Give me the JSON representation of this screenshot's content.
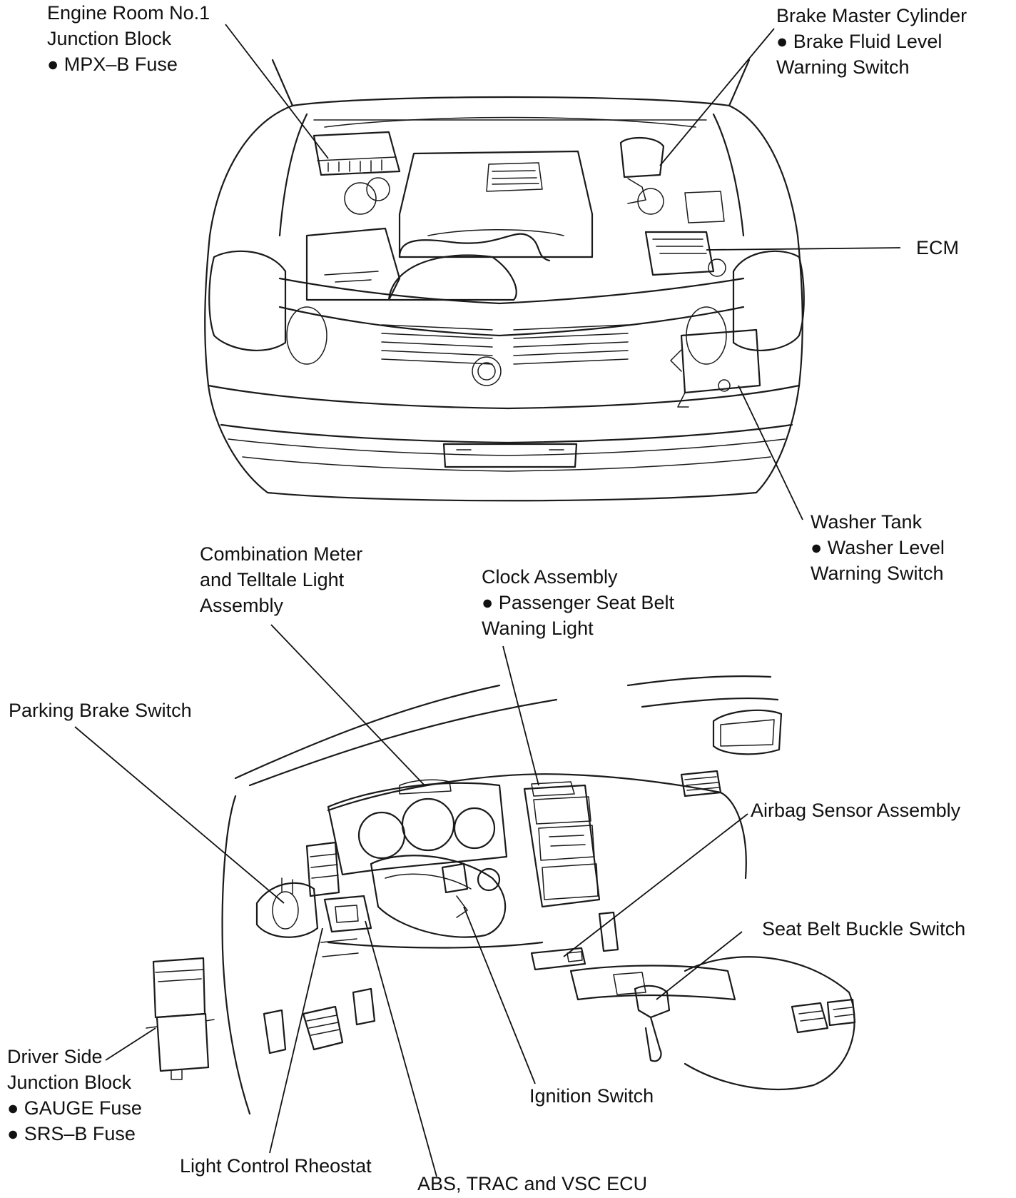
{
  "labels": {
    "engine_room_jb": [
      "Engine Room No.1",
      "Junction Block",
      "● MPX–B Fuse"
    ],
    "brake_master": [
      "Brake Master Cylinder",
      "● Brake Fluid Level",
      "Warning Switch"
    ],
    "ecm": [
      "ECM"
    ],
    "washer_tank": [
      "Washer Tank",
      "● Washer Level",
      "Warning Switch"
    ],
    "combination_meter": [
      "Combination Meter",
      "and Telltale Light",
      "Assembly"
    ],
    "clock_assembly": [
      "Clock Assembly",
      "● Passenger Seat Belt",
      "Waning Light"
    ],
    "parking_brake": [
      "Parking Brake Switch"
    ],
    "airbag_sensor": [
      "Airbag Sensor Assembly"
    ],
    "seat_belt_buckle": [
      "Seat Belt Buckle Switch"
    ],
    "driver_side_jb": [
      "Driver Side",
      "Junction Block",
      "● GAUGE Fuse",
      "● SRS–B Fuse"
    ],
    "ignition_switch": [
      "Ignition Switch"
    ],
    "light_control": [
      "Light Control Rheostat"
    ],
    "abs_ecu": [
      "ABS, TRAC and VSC ECU"
    ]
  },
  "colors": {
    "ink": "#111111",
    "background": "#ffffff"
  }
}
